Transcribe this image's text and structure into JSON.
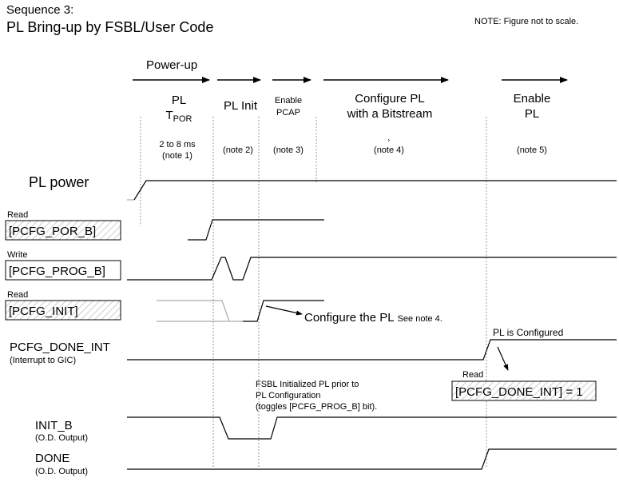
{
  "header": {
    "sequence": "Sequence 3:",
    "title": "PL Bring-up by FSBL/User Code",
    "note": "NOTE: Figure not to scale."
  },
  "phases": {
    "power_up": "Power-up",
    "tpor_line1": "PL",
    "tpor_main": "T",
    "tpor_sub": "POR",
    "tpor_timing1": "2 to 8 ms",
    "tpor_timing2": "(note 1)",
    "pl_init": "PL Init",
    "pl_init_note": "(note 2)",
    "enable_pcap_line1": "Enable",
    "enable_pcap_line2": "PCAP",
    "enable_pcap_note": "(note 3)",
    "configure_line1": "Configure PL",
    "configure_line2": "with a Bitstream",
    "configure_mark": "¸",
    "configure_note": "(note 4)",
    "enable_pl_line1": "Enable",
    "enable_pl_line2": "PL",
    "enable_pl_note": "(note 5)"
  },
  "signals": {
    "pl_power": "PL power",
    "por_b_access": "Read",
    "por_b": "[PCFG_POR_B]",
    "prog_b_access": "Write",
    "prog_b": "[PCFG_PROG_B]",
    "init_access": "Read",
    "init": "[PCFG_INIT]",
    "done_int": "PCFG_DONE_INT",
    "done_int_sub": "(Interrupt to GIC)",
    "init_b": "INIT_B",
    "init_b_sub": "(O.D. Output)",
    "done": "DONE",
    "done_sub": "(O.D. Output)"
  },
  "annotations": {
    "configure_pl": "Configure the PL",
    "see_note4": "See note 4.",
    "pl_configured": "PL is Configured",
    "done_read_access": "Read",
    "done_read": "[PCFG_DONE_INT] = 1",
    "fsbl_line1": "FSBL Initialized PL prior to",
    "fsbl_line2": "PL Configuration",
    "fsbl_line3": "(toggles [PCFG_PROG_B] bit)."
  }
}
